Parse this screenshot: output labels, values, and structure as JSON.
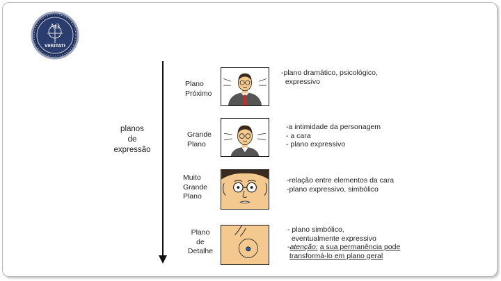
{
  "logo": {
    "upper_text": "AΩ",
    "lower_text": "VERITATI"
  },
  "axis_label": [
    "planos",
    "de",
    "expressão"
  ],
  "plans": [
    {
      "label": [
        "Plano",
        "Próximo"
      ],
      "image_icon": "man-with-glasses-medium-shot-icon",
      "desc": [
        [
          {
            "t": "-plano dramático, psicológico,"
          }
        ],
        [
          {
            "t": "  expressivo"
          }
        ]
      ]
    },
    {
      "label": [
        "Grande",
        "Plano"
      ],
      "image_icon": "man-with-glasses-head-shot-icon",
      "desc": [
        [
          {
            "t": "-a intimidade da personagem"
          }
        ],
        [
          {
            "t": "- a cara"
          }
        ],
        [
          {
            "t": "- plano expressivo"
          }
        ]
      ]
    },
    {
      "label": [
        "Muito",
        "Grande",
        "Plano"
      ],
      "image_icon": "face-close-up-icon",
      "desc": [
        [
          {
            "t": "-relação entre elementos da cara"
          }
        ],
        [
          {
            "t": "-plano expressivo, simbólico"
          }
        ]
      ]
    },
    {
      "label": [
        "Plano",
        "de",
        "Detalhe"
      ],
      "image_icon": "eye-detail-icon",
      "desc": [
        [
          {
            "t": "- plano simbólico,"
          }
        ],
        [
          {
            "t": "  eventualmente expressivo"
          }
        ],
        [
          {
            "t": "-"
          },
          {
            "t": "atenção:",
            "s": "iu"
          },
          {
            "t": " "
          },
          {
            "t": "a sua permanência pode",
            "s": "u"
          }
        ],
        [
          {
            "t": " "
          },
          {
            "t": "transformá-lo em plano geral",
            "s": "u"
          }
        ]
      ]
    }
  ],
  "colors": {
    "skin": "#f3c98f",
    "tie": "#c0302b",
    "hair": "#3a2b1e",
    "frame": "#111111"
  }
}
